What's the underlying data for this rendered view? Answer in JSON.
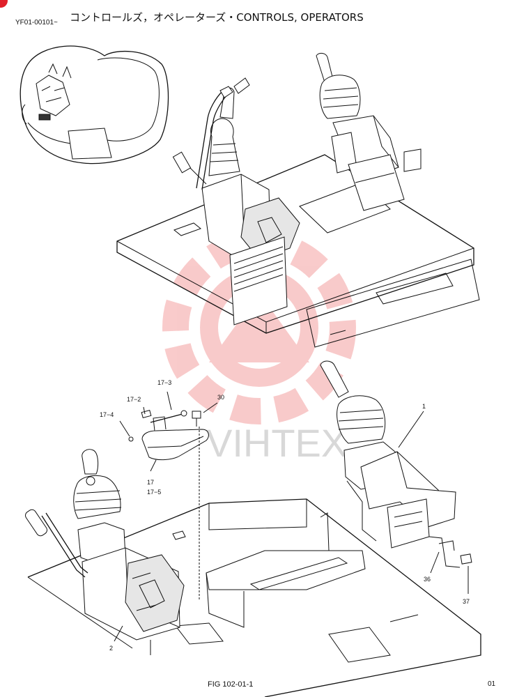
{
  "header": {
    "serial": "YF01-00101~",
    "title": "コントロールズ，オペレーターズ・CONTROLS, OPERATORS"
  },
  "watermark": {
    "text": "VIHTEX",
    "color": "#e84545"
  },
  "callouts": [
    {
      "id": "c-17-3",
      "label": "17−3"
    },
    {
      "id": "c-17-2",
      "label": "17−2"
    },
    {
      "id": "c-30",
      "label": "30"
    },
    {
      "id": "c-17-4",
      "label": "17−4"
    },
    {
      "id": "c-1",
      "label": "1"
    },
    {
      "id": "c-17",
      "label": "17"
    },
    {
      "id": "c-17-5",
      "label": "17−5"
    },
    {
      "id": "c-36",
      "label": "36"
    },
    {
      "id": "c-37",
      "label": "37"
    },
    {
      "id": "c-2",
      "label": "2"
    }
  ],
  "footer": {
    "figure": "FIG 102-01-1",
    "page": "01"
  }
}
